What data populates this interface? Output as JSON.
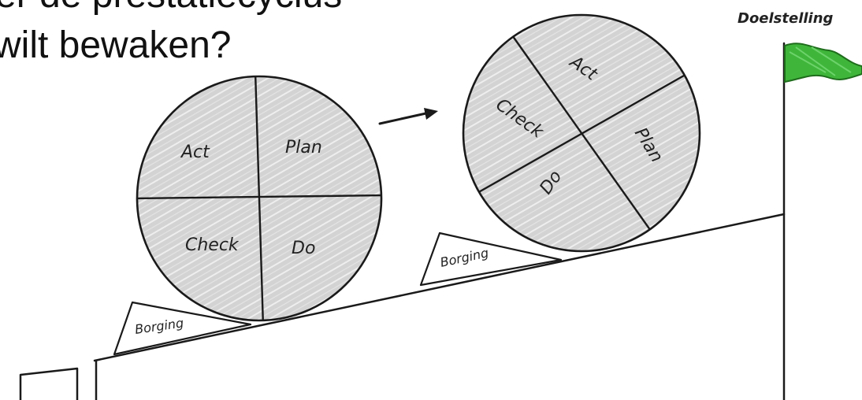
{
  "title": {
    "line1": "er de prestatiecyclus",
    "line2": "wilt bewaken?"
  },
  "diagram": {
    "goal_label": "Doelstelling",
    "flag_color": "#3fb63a",
    "fill_gray": "#d3d3d3",
    "left_wheel": {
      "quadrants": [
        "Act",
        "Plan",
        "Check",
        "Do"
      ]
    },
    "right_wheel": {
      "quadrants": [
        "Act",
        "Plan",
        "Do",
        "Check"
      ]
    },
    "wedge_left_label": "Borging",
    "wedge_right_label": "Borging"
  }
}
